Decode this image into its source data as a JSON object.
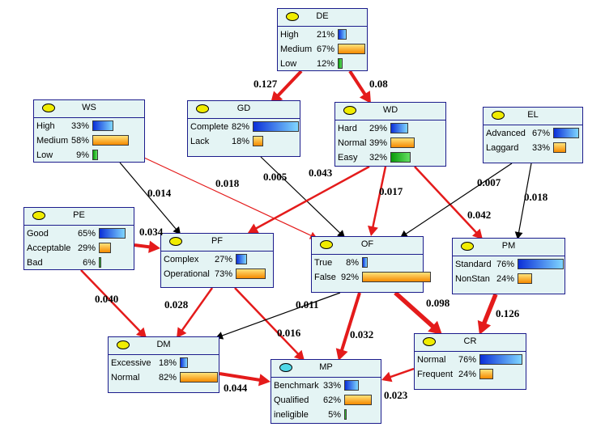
{
  "nodes": {
    "de": {
      "title": "DE",
      "oval": "#f0ec00",
      "states": [
        {
          "label": "High",
          "pct": "21%",
          "value": 21,
          "color": "blue"
        },
        {
          "label": "Medium",
          "pct": "67%",
          "value": 67,
          "color": "orange"
        },
        {
          "label": "Low",
          "pct": "12%",
          "value": 12,
          "color": "green"
        }
      ]
    },
    "ws": {
      "title": "WS",
      "oval": "#f0ec00",
      "states": [
        {
          "label": "High",
          "pct": "33%",
          "value": 33,
          "color": "blue"
        },
        {
          "label": "Medium",
          "pct": "58%",
          "value": 58,
          "color": "orange"
        },
        {
          "label": "Low",
          "pct": "9%",
          "value": 9,
          "color": "green"
        }
      ]
    },
    "gd": {
      "title": "GD",
      "oval": "#f0ec00",
      "states": [
        {
          "label": "Complete",
          "pct": "82%",
          "value": 82,
          "color": "blue"
        },
        {
          "label": "Lack",
          "pct": "18%",
          "value": 18,
          "color": "orange"
        }
      ]
    },
    "wd": {
      "title": "WD",
      "oval": "#f0ec00",
      "states": [
        {
          "label": "Hard",
          "pct": "29%",
          "value": 29,
          "color": "blue"
        },
        {
          "label": "Normal",
          "pct": "39%",
          "value": 39,
          "color": "orange"
        },
        {
          "label": "Easy",
          "pct": "32%",
          "value": 32,
          "color": "green"
        }
      ]
    },
    "el": {
      "title": "EL",
      "oval": "#f0ec00",
      "states": [
        {
          "label": "Advanced",
          "pct": "67%",
          "value": 67,
          "color": "blue"
        },
        {
          "label": "Laggard",
          "pct": "33%",
          "value": 33,
          "color": "orange"
        }
      ]
    },
    "pe": {
      "title": "PE",
      "oval": "#f0ec00",
      "states": [
        {
          "label": "Good",
          "pct": "65%",
          "value": 65,
          "color": "blue"
        },
        {
          "label": "Acceptable",
          "pct": "29%",
          "value": 29,
          "color": "orange"
        },
        {
          "label": "Bad",
          "pct": "6%",
          "value": 6,
          "color": "green"
        }
      ]
    },
    "pf": {
      "title": "PF",
      "oval": "#f0ec00",
      "states": [
        {
          "label": "Complex",
          "pct": "27%",
          "value": 27,
          "color": "blue"
        },
        {
          "label": "Operational",
          "pct": "73%",
          "value": 73,
          "color": "orange"
        }
      ]
    },
    "of": {
      "title": "OF",
      "oval": "#f0ec00",
      "states": [
        {
          "label": "True",
          "pct": "8%",
          "value": 8,
          "color": "blue"
        },
        {
          "label": "False",
          "pct": "92%",
          "value": 92,
          "color": "orange"
        }
      ]
    },
    "pm": {
      "title": "PM",
      "oval": "#f0ec00",
      "states": [
        {
          "label": "Standard",
          "pct": "76%",
          "value": 76,
          "color": "blue"
        },
        {
          "label": "NonStan",
          "pct": "24%",
          "value": 24,
          "color": "orange"
        }
      ]
    },
    "dm": {
      "title": "DM",
      "oval": "#f0ec00",
      "states": [
        {
          "label": "Excessive",
          "pct": "18%",
          "value": 18,
          "color": "blue"
        },
        {
          "label": "Normal",
          "pct": "82%",
          "value": 82,
          "color": "orange"
        }
      ]
    },
    "mp": {
      "title": "MP",
      "oval": "#4fd8e8",
      "states": [
        {
          "label": "Benchmark",
          "pct": "33%",
          "value": 33,
          "color": "blue"
        },
        {
          "label": "Qualified",
          "pct": "62%",
          "value": 62,
          "color": "orange"
        },
        {
          "label": "ineligible",
          "pct": "5%",
          "value": 5,
          "color": "green"
        }
      ]
    },
    "cr": {
      "title": "CR",
      "oval": "#f0ec00",
      "states": [
        {
          "label": "Normal",
          "pct": "76%",
          "value": 76,
          "color": "blue"
        },
        {
          "label": "Frequent",
          "pct": "24%",
          "value": 24,
          "color": "orange"
        }
      ]
    }
  },
  "edges": [
    {
      "from": "de",
      "to": "gd",
      "weight": "0.127",
      "style": "red-thick"
    },
    {
      "from": "de",
      "to": "wd",
      "weight": "0.08",
      "style": "red-thick"
    },
    {
      "from": "ws",
      "to": "pf",
      "weight": "0.014",
      "style": "black"
    },
    {
      "from": "ws",
      "to": "of",
      "weight": "0.018",
      "style": "red-thin"
    },
    {
      "from": "gd",
      "to": "of",
      "weight": "0.005",
      "style": "black"
    },
    {
      "from": "wd",
      "to": "pf",
      "weight": "0.043",
      "style": "red-mid"
    },
    {
      "from": "wd",
      "to": "of",
      "weight": "0.017",
      "style": "red-mid"
    },
    {
      "from": "wd",
      "to": "pm",
      "weight": "0.042",
      "style": "red-mid"
    },
    {
      "from": "el",
      "to": "of",
      "weight": "0.007",
      "style": "black"
    },
    {
      "from": "el",
      "to": "pm",
      "weight": "0.018",
      "style": "black"
    },
    {
      "from": "pe",
      "to": "pf",
      "weight": "0.034",
      "style": "red-thick"
    },
    {
      "from": "pe",
      "to": "dm",
      "weight": "0.040",
      "style": "red-mid"
    },
    {
      "from": "pf",
      "to": "dm",
      "weight": "0.028",
      "style": "red-mid"
    },
    {
      "from": "pf",
      "to": "mp",
      "weight": "0.016",
      "style": "red-mid"
    },
    {
      "from": "of",
      "to": "dm",
      "weight": "0.011",
      "style": "black"
    },
    {
      "from": "of",
      "to": "mp",
      "weight": "0.032",
      "style": "red-thick"
    },
    {
      "from": "of",
      "to": "cr",
      "weight": "0.098",
      "style": "red-xthick"
    },
    {
      "from": "pm",
      "to": "cr",
      "weight": "0.126",
      "style": "red-xthick"
    },
    {
      "from": "dm",
      "to": "mp",
      "weight": "0.044",
      "style": "red-thick"
    },
    {
      "from": "cr",
      "to": "mp",
      "weight": "0.023",
      "style": "red-mid"
    }
  ]
}
